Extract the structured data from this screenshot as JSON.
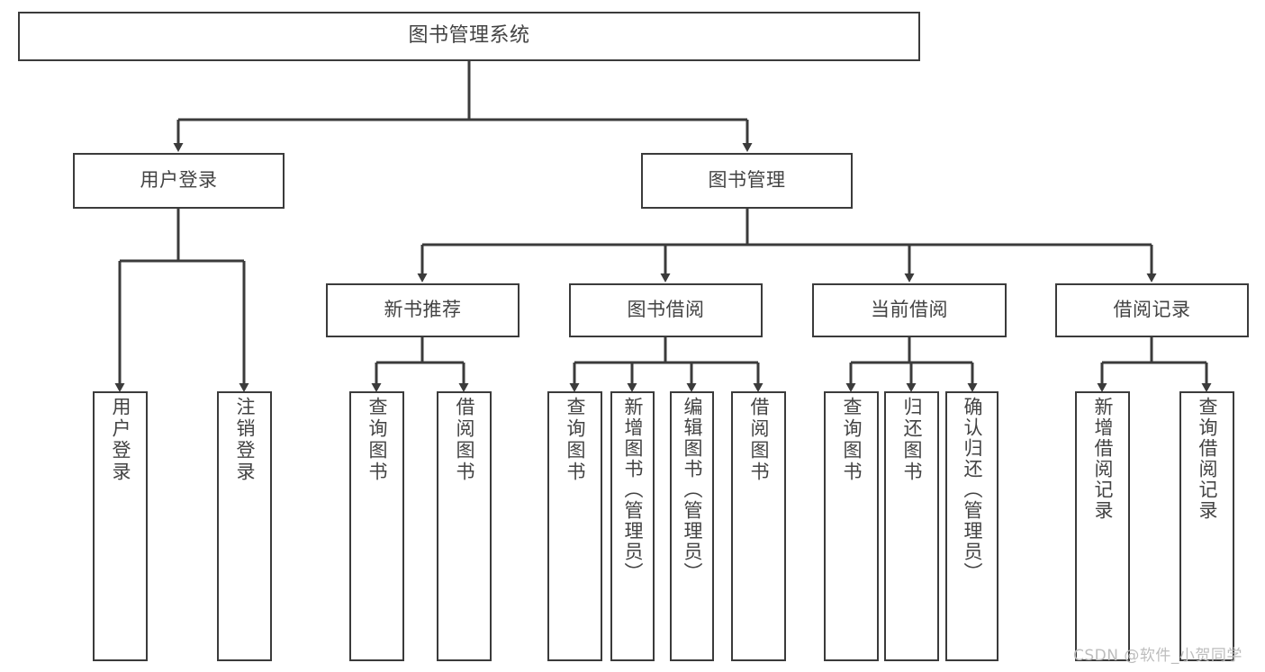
{
  "diagram": {
    "type": "tree",
    "title": "图书管理系统",
    "orientation": "top-down",
    "colors": {
      "node_border": "#3b3b3b",
      "node_fill": "#ffffff",
      "edge": "#3b3b3b",
      "text": "#434343",
      "background": "#ffffff",
      "watermark": "#bdbdbd"
    },
    "root": {
      "label": "图书管理系统"
    },
    "level2": [
      {
        "label": "用户登录"
      },
      {
        "label": "图书管理"
      }
    ],
    "level3": [
      {
        "label": "新书推荐"
      },
      {
        "label": "图书借阅"
      },
      {
        "label": "当前借阅"
      },
      {
        "label": "借阅记录"
      }
    ],
    "leaves": {
      "user_login": [
        {
          "label": "用户登录"
        },
        {
          "label": "注销登录"
        }
      ],
      "new_book": [
        {
          "label": "查询图书"
        },
        {
          "label": "借阅图书"
        }
      ],
      "book_borrow": [
        {
          "label": "查询图书"
        },
        {
          "label": "新增图书（管理员）"
        },
        {
          "label": "编辑图书（管理员）"
        },
        {
          "label": "借阅图书"
        }
      ],
      "current_borrow": [
        {
          "label": "查询图书"
        },
        {
          "label": "归还图书"
        },
        {
          "label": "确认归还（管理员）"
        }
      ],
      "borrow_record": [
        {
          "label": "新增借阅记录"
        },
        {
          "label": "查询借阅记录"
        }
      ]
    }
  },
  "watermark": {
    "text": "CSDN @软件_小贺同学"
  }
}
